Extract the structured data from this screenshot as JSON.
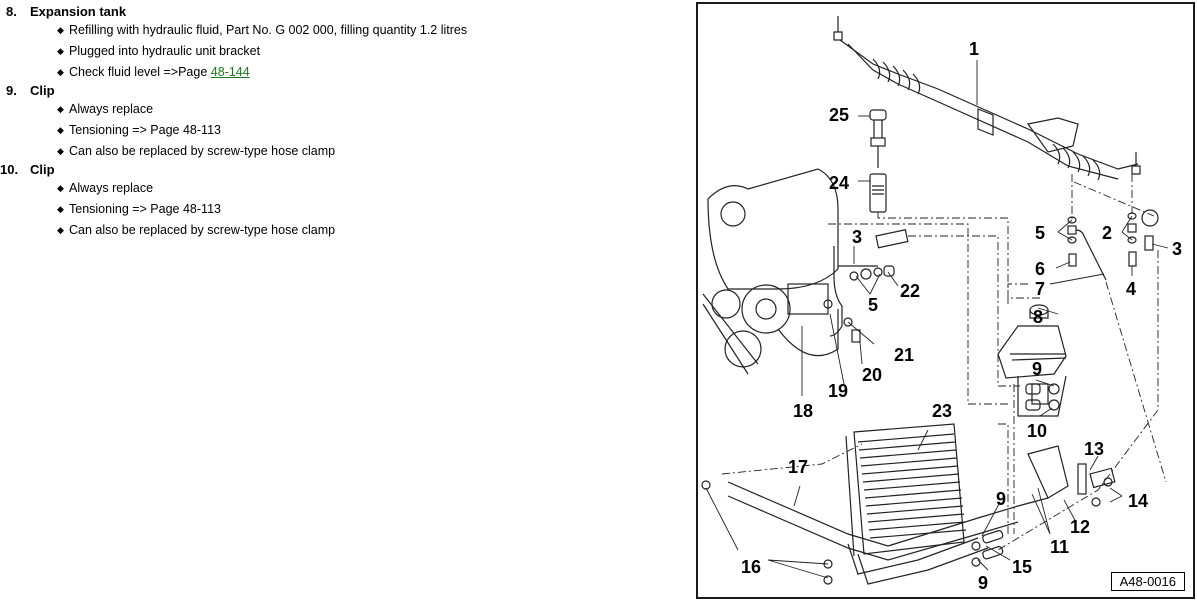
{
  "items": [
    {
      "number": "8.",
      "title": "Expansion tank",
      "bullets": [
        {
          "text": "Refilling with hydraulic fluid, Part No. G 002 000, filling quantity 1.2 litres"
        },
        {
          "text": "Plugged into hydraulic unit bracket"
        },
        {
          "text": "Check fluid level =>Page ",
          "link": "48-144"
        }
      ]
    },
    {
      "number": "9.",
      "title": "Clip",
      "bullets": [
        {
          "text": "Always replace"
        },
        {
          "text": "Tensioning => Page 48-113"
        },
        {
          "text": "Can also be replaced by screw-type hose clamp"
        }
      ]
    },
    {
      "number": "10.",
      "title": "Clip",
      "bullets": [
        {
          "text": "Always replace"
        },
        {
          "text": "Tensioning => Page 48-113"
        },
        {
          "text": "Can also be replaced by screw-type hose clamp"
        }
      ]
    }
  ],
  "bullet_icon": "diamond-bullet-icon",
  "link_color": "#1a7a1a",
  "figure": {
    "id": "A48-0016",
    "callouts": [
      "1",
      "25",
      "24",
      "3",
      "5",
      "22",
      "5",
      "6",
      "7",
      "2",
      "3",
      "4",
      "8",
      "21",
      "20",
      "19",
      "18",
      "9",
      "10",
      "23",
      "13",
      "17",
      "14",
      "12",
      "11",
      "9",
      "16",
      "15",
      "9"
    ]
  }
}
